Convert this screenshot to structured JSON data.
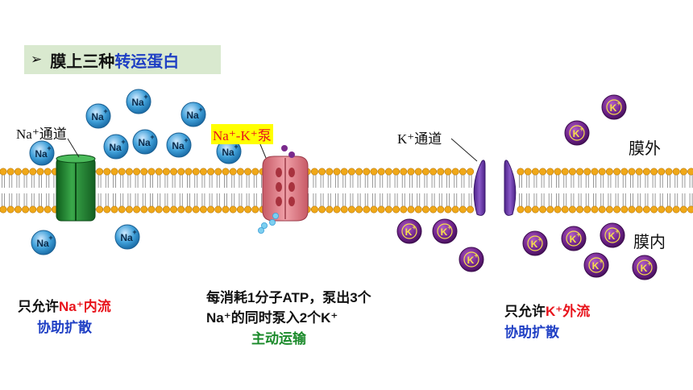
{
  "title": {
    "arrow": "➢",
    "part1": "膜上三种",
    "part2": "转运蛋白"
  },
  "labels": {
    "na_channel": "Na⁺通道",
    "pump_na": "Na⁺",
    "pump_dash": "-",
    "pump_k": "K⁺",
    "pump_suffix": "泵",
    "k_channel": "K⁺通道",
    "outside": "膜外",
    "inside": "膜内"
  },
  "captions": {
    "na_prefix": "只允许",
    "na_ion": "Na⁺",
    "na_suffix": "内流",
    "na_mode": "协助扩散",
    "pump_line1": "每消耗1分子ATP，泵出3个",
    "pump_line2": "Na⁺的同时泵入2个K⁺",
    "pump_mode": "主动运输",
    "k_prefix": "只允许",
    "k_ion": "K⁺",
    "k_suffix": "外流",
    "k_mode": "协助扩散"
  },
  "ions": {
    "na_symbol": "Na",
    "k_symbol": "K",
    "charge": "+"
  },
  "colors": {
    "title_bg": "#d9e9cf",
    "title_highlight": "#1f3fc4",
    "na_ion": "#2f90cf",
    "k_ion": "#6a2086",
    "k_text": "#f7e04a",
    "channel_green": "#1f8a2e",
    "pump_pink": "#e07d86",
    "k_channel_purple": "#6a3aa8",
    "lipid_head": "#f0a818",
    "red_text": "#e8141c",
    "blue_text": "#1f3fc4",
    "green_text": "#1a8a2a",
    "pump_label_bg": "#ffff00"
  }
}
